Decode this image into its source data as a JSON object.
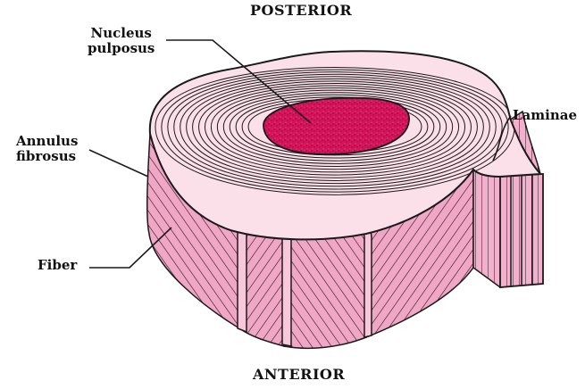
{
  "orientation": {
    "top": "POSTERIOR",
    "bottom": "ANTERIOR"
  },
  "labels": {
    "nucleus_line1": "Nucleus",
    "nucleus_line2": "pulposus",
    "laminae": "Laminae",
    "annulus_line1": "Annulus",
    "annulus_line2": "fibrosus",
    "fiber": "Fiber"
  },
  "colors": {
    "disc_top": "#fbe0ea",
    "disc_side": "#f1a6c6",
    "disc_side_dark": "#e584b0",
    "nucleus": "#d4145a",
    "outline": "#1a1a1a"
  }
}
